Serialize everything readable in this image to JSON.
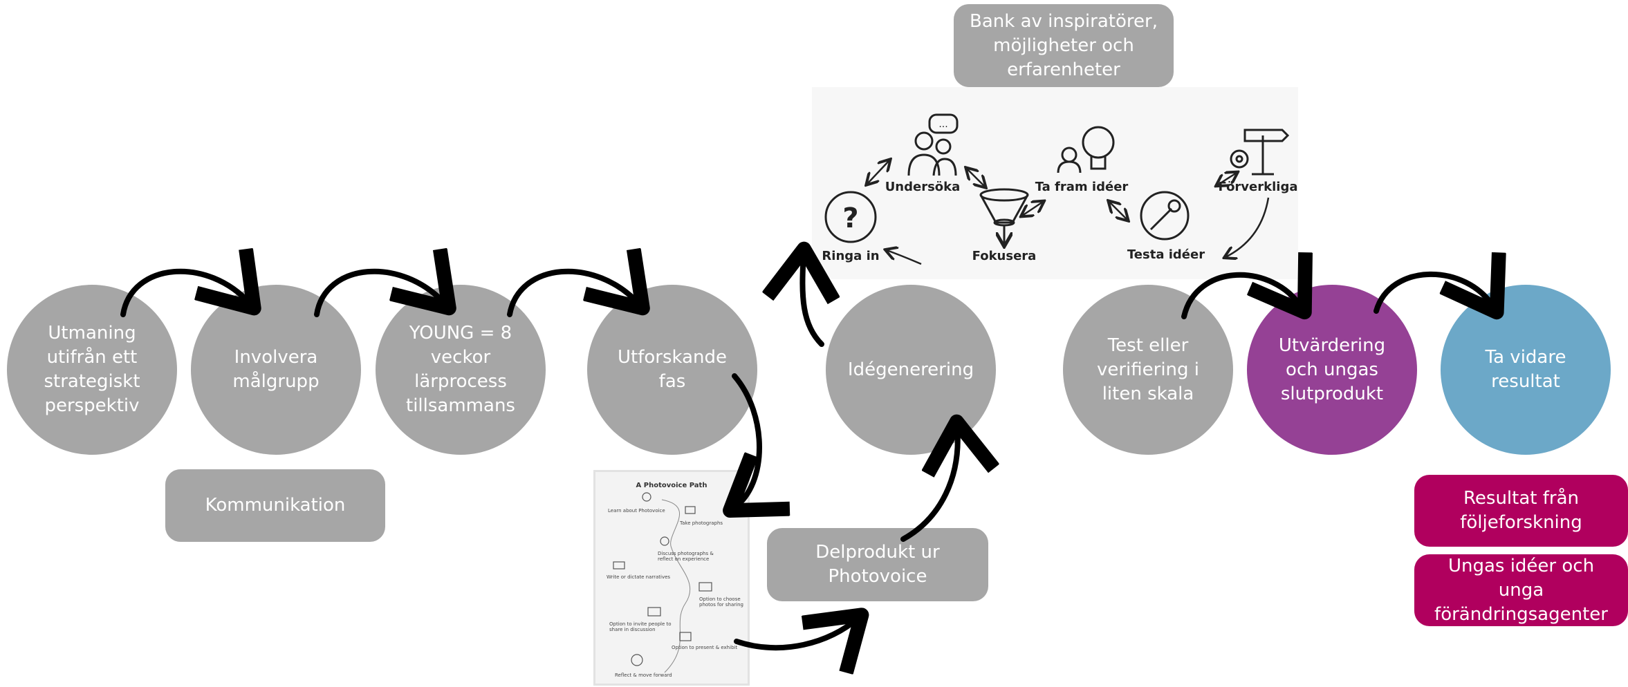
{
  "colors": {
    "grey": "#a6a6a6",
    "purple": "#954195",
    "blue": "#6ca8c8",
    "magenta": "#b0005e",
    "arrow": "#000000"
  },
  "nodes": {
    "utmaning": "Utmaning\nutifrån ett\nstrategiskt\nperspektiv",
    "involvera": "Involvera\nmålgrupp",
    "young": "YOUNG = 8\nveckor\nlärprocess\ntillsammans",
    "utforskande": "Utforskande\nfas",
    "idegenerering": "Idégenerering",
    "test": "Test eller\nverifiering i\nliten skala",
    "utvardering": "Utvärdering\noch ungas\nslutprodukt",
    "tavidare": "Ta vidare\nresultat"
  },
  "boxes": {
    "kommunikation": "Kommunikation",
    "bank": "Bank av inspiratörer,\nmöjligheter och\nerfarenheter",
    "delprodukt": "Delprodukt ur Photovoice",
    "resultat": "Resultat från\nföljeforskning",
    "ungas": "Ungas idéer och unga\nförändringsagenter"
  },
  "process_panel": {
    "ringa_in": "Ringa in",
    "undersoka": "Undersöka",
    "fokusera": "Fokusera",
    "ta_fram": "Ta fram idéer",
    "testa": "Testa idéer",
    "forverkliga": "Förverkliga"
  },
  "photovoice": {
    "title": "A Photovoice Path",
    "steps": [
      "Learn about Photovoice",
      "Take photographs",
      "Discuss photographs &\nreflect on experience",
      "Write or dictate narratives",
      "Option to choose\nphotos for sharing",
      "Option to invite people to\nshare in discussion",
      "Option to present & exhibit",
      "Reflect & move forward"
    ]
  }
}
